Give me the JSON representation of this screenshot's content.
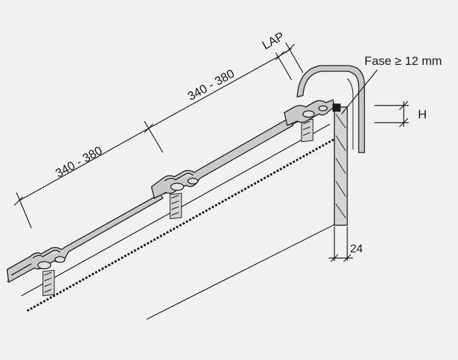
{
  "diagram": {
    "labels": {
      "lap": "LAP",
      "spacing_upper": "340 - 380",
      "spacing_lower": "340 - 380",
      "chamfer": "Fase ≥ 12 mm",
      "height": "H",
      "width": "24"
    },
    "colors": {
      "background": "#f1f1f1",
      "line": "#1a1a1a",
      "tile_fill": "#c9c9c9",
      "tile_inner": "#e2e2e2",
      "batten_fill": "#d4d4d4"
    }
  }
}
